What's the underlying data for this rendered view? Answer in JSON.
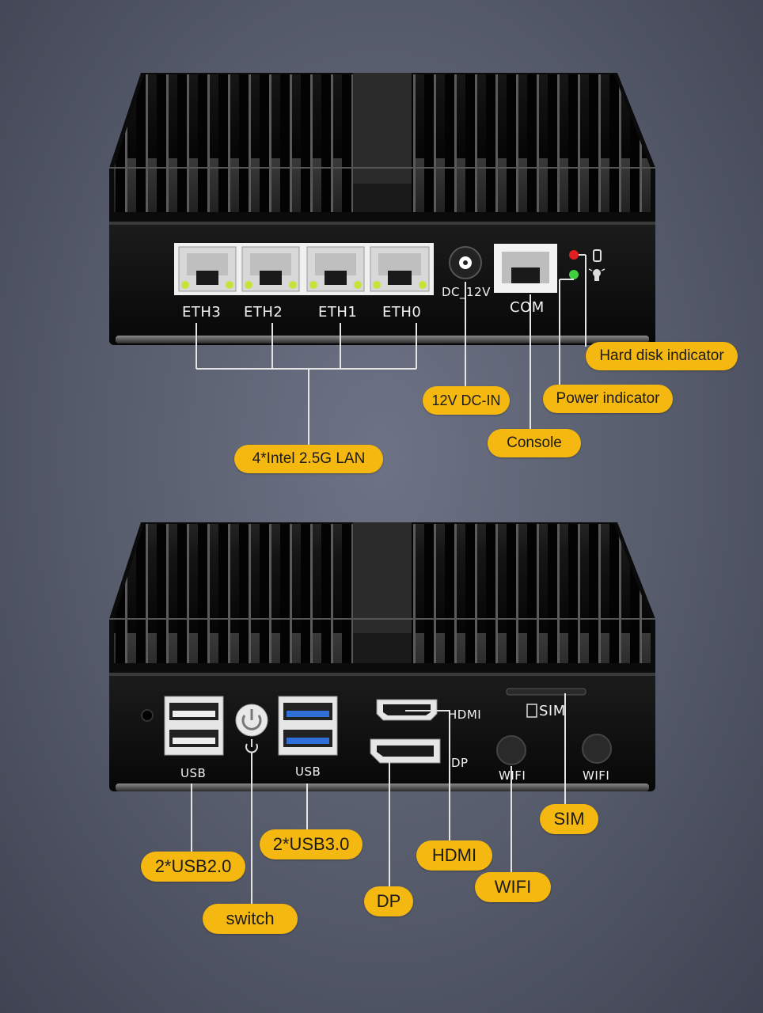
{
  "top_device": {
    "port_labels": {
      "eth3": "ETH3",
      "eth2": "ETH2",
      "eth1": "ETH1",
      "eth0": "ETH0",
      "dc": "DC_12V",
      "com": "COM"
    },
    "callouts": {
      "hard_disk": "Hard disk indicator",
      "power": "Power indicator",
      "dc_in": "12V DC-IN",
      "console": "Console",
      "lan": "4*Intel 2.5G LAN"
    }
  },
  "bottom_device": {
    "port_labels": {
      "usb2": "USB",
      "usb3": "USB",
      "hdmi": "HDMI",
      "dp": "DP",
      "sim": "SIM",
      "wifi_left": "WIFI",
      "wifi_right": "WIFI"
    },
    "callouts": {
      "usb2": "2*USB2.0",
      "usb3": "2*USB3.0",
      "switch": "switch",
      "hdmi": "HDMI",
      "dp": "DP",
      "wifi": "WIFI",
      "sim": "SIM"
    }
  },
  "colors": {
    "callout_bg": "#f5b811",
    "line": "#e8e8e8",
    "device_body": "#0d0d0d",
    "usb3_blue": "#2f6fd8",
    "led_red": "#e02020",
    "led_green": "#3fcf3f"
  }
}
